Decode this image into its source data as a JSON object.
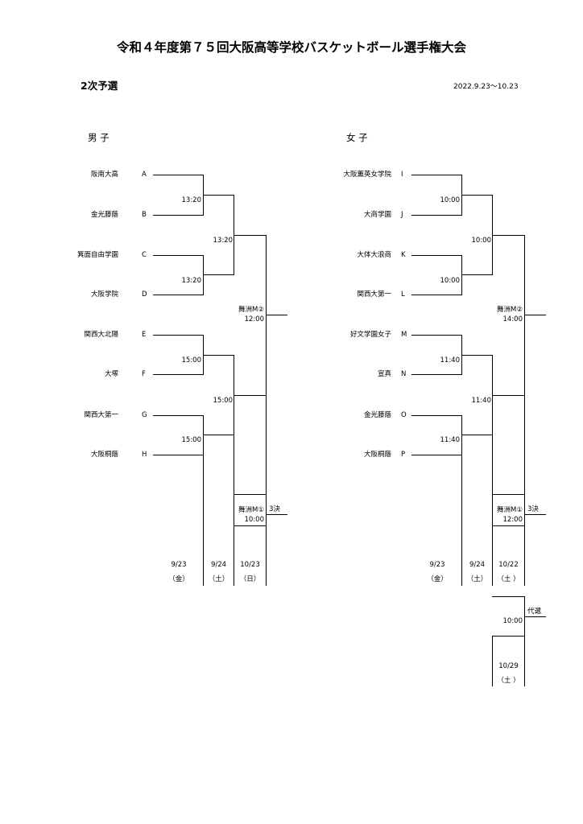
{
  "title": "令和４年度第７５回大阪高等学校バスケットボール選手権大会",
  "stage": "2次予選",
  "period": "2022.9.23～10.23",
  "boys": {
    "heading": "男 子",
    "teams": [
      {
        "name": "阪南大高",
        "slot": "A"
      },
      {
        "name": "金光藤蔭",
        "slot": "B"
      },
      {
        "name": "箕面自由学園",
        "slot": "C"
      },
      {
        "name": "大阪学院",
        "slot": "D"
      },
      {
        "name": "関西大北陽",
        "slot": "E"
      },
      {
        "name": "大塚",
        "slot": "F"
      },
      {
        "name": "関西大第一",
        "slot": "G"
      },
      {
        "name": "大阪桐蔭",
        "slot": "H"
      }
    ],
    "r1_times": [
      "13:20",
      "13:20",
      "15:00",
      "15:00"
    ],
    "r2_times": [
      "13:20",
      "15:00"
    ],
    "final_venue": "舞洲M②",
    "final_time": "12:00",
    "third_venue": "舞洲M①",
    "third_label": "3決",
    "third_time": "10:00",
    "dates": [
      {
        "date": "9/23",
        "day": "（金）"
      },
      {
        "date": "9/24",
        "day": "（土）"
      },
      {
        "date": "10/23",
        "day": "（日）"
      }
    ]
  },
  "girls": {
    "heading": "女 子",
    "teams": [
      {
        "name": "大阪薫英女学院",
        "slot": "I"
      },
      {
        "name": "大商学園",
        "slot": "J"
      },
      {
        "name": "大体大浪商",
        "slot": "K"
      },
      {
        "name": "関西大第一",
        "slot": "L"
      },
      {
        "name": "好文学園女子",
        "slot": "M"
      },
      {
        "name": "宣真",
        "slot": "N"
      },
      {
        "name": "金光藤蔭",
        "slot": "O"
      },
      {
        "name": "大阪桐蔭",
        "slot": "P"
      }
    ],
    "r1_times": [
      "10:00",
      "10:00",
      "11:40",
      "11:40"
    ],
    "r2_times": [
      "10:00",
      "11:40"
    ],
    "final_venue": "舞洲M②",
    "final_time": "14:00",
    "third_venue": "舞洲M①",
    "third_label": "3決",
    "third_time": "12:00",
    "dates": [
      {
        "date": "9/23",
        "day": "（金）"
      },
      {
        "date": "9/24",
        "day": "（土）"
      },
      {
        "date": "10/22",
        "day": "（土 ）"
      }
    ],
    "rep_label": "代選",
    "rep_time": "10:00",
    "rep_date": "10/29",
    "rep_day": "（土 ）"
  }
}
